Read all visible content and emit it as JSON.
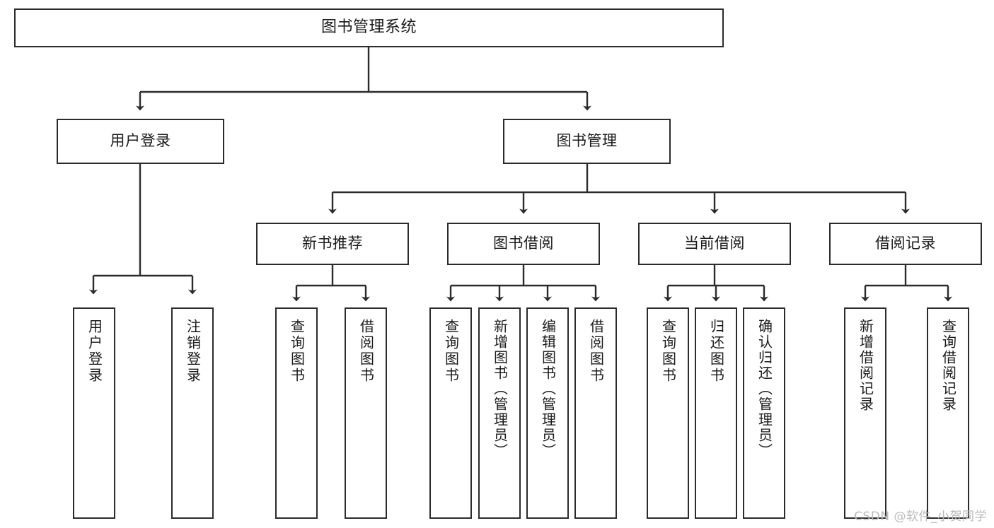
{
  "diagram": {
    "title": "图书管理系统",
    "type": "tree-hierarchy-chart",
    "line_color": "#2b2b2b",
    "box_fill": "#ffffff",
    "text_color": "#1a1a1a",
    "watermark": "CSDN @软件_小贺同学",
    "root": {
      "label": "图书管理系统"
    },
    "level2": [
      {
        "label": "用户登录"
      },
      {
        "label": "图书管理"
      }
    ],
    "level3": [
      {
        "label": "新书推荐"
      },
      {
        "label": "图书借阅"
      },
      {
        "label": "当前借阅"
      },
      {
        "label": "借阅记录"
      }
    ],
    "leaves": {
      "user_login": [
        {
          "label": "用户登录"
        },
        {
          "label": "注销登录"
        }
      ],
      "new_book_recommend": [
        {
          "label": "查询图书"
        },
        {
          "label": "借阅图书"
        }
      ],
      "book_borrow": [
        {
          "label": "查询图书"
        },
        {
          "label": "新增图书（管理员）"
        },
        {
          "label": "编辑图书（管理员）"
        },
        {
          "label": "借阅图书"
        }
      ],
      "current_borrow": [
        {
          "label": "查询图书"
        },
        {
          "label": "归还图书"
        },
        {
          "label": "确认归还（管理员）"
        }
      ],
      "borrow_record": [
        {
          "label": "新增借阅记录"
        },
        {
          "label": "查询借阅记录"
        }
      ]
    }
  }
}
